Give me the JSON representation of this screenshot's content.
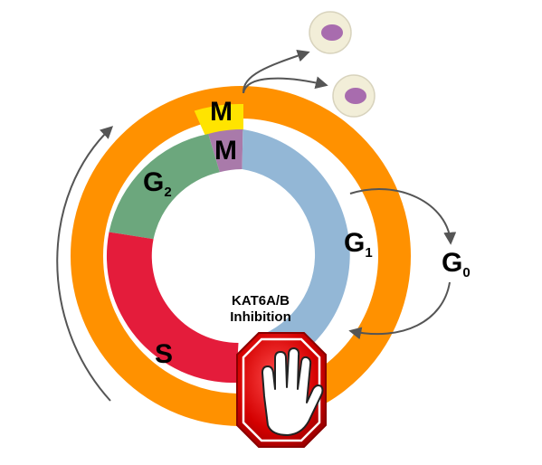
{
  "diagram": {
    "outer_ring_phase": "M",
    "inner_ring_phase": "M",
    "phase_g2_base": "G",
    "phase_g2_sub": "2",
    "phase_g1_base": "G",
    "phase_g1_sub": "1",
    "phase_s": "S",
    "phase_g0_base": "G",
    "phase_g0_sub": "0",
    "inhibitor_line1": "KAT6A/B",
    "inhibitor_line2": "Inhibition"
  },
  "colors": {
    "outer_ring": "#FF9100",
    "outer_mitosis": "#FFE400",
    "inner_m": "#A97AAA",
    "inner_g1": "#93B7D6",
    "inner_g2": "#6CA77D",
    "inner_s": "#E41C3B",
    "stop_sign": "#D40000",
    "cell_body": "#F2EED8",
    "cell_nucleus": "#A86CAE",
    "arrow": "#555555"
  },
  "icons": [
    "stop-hand-icon",
    "daughter-cell-icon"
  ]
}
